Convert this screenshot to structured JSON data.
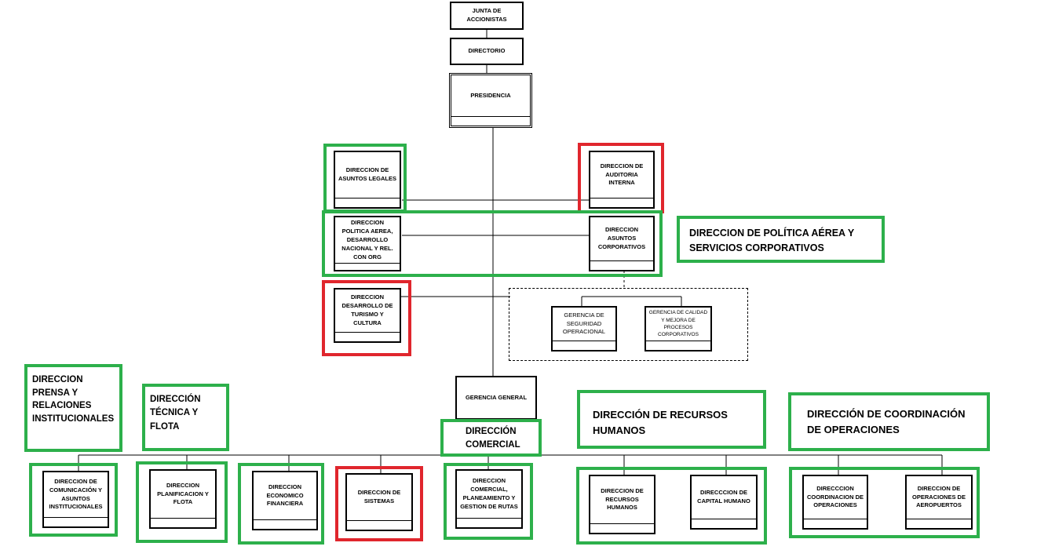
{
  "colors": {
    "green": "#2db04b",
    "red": "#e0262d",
    "line": "#000000"
  },
  "nodes": {
    "junta": "JUNTA DE ACCIONISTAS",
    "directorio": "DIRECTORIO",
    "presidencia": "PRESIDENCIA",
    "legales": "DIRECCION DE ASUNTOS LEGALES",
    "auditoria": "DIRECCION DE AUDITORIA INTERNA",
    "politica": "DIRECCION POLITICA AEREA, DESARROLLO NACIONAL Y REL. CON ORG",
    "corporativos": "DIRECCION ASUNTOS CORPORATIVOS",
    "turismo": "DIRECCION DESARROLLO DE TURISMO Y CULTURA",
    "seguridad": "GERENCIA DE SEGURIDAD OPERACIONAL",
    "calidad": "GERENCIA DE CALIDAD Y MEJORA DE PROCESOS CORPORATIVOS",
    "gerencia_general": "GERENCIA GENERAL",
    "comunicacion": "DIRECCION DE COMUNICACIÓN Y ASUNTOS INSTITUCIONALES",
    "planificacion": "DIRECCION PLANIFICACION Y FLOTA",
    "economico": "DIRECCION ECONOMICO FINANCIERA",
    "sistemas": "DIRECCION DE SISTEMAS",
    "comercial": "DIRECCION COMERCIAL, PLANEAMIENTO Y GESTION DE RUTAS",
    "rrhh": "DIRECCION DE RECURSOS HUMANOS",
    "capital": "DIRECCCION DE CAPITAL HUMANO",
    "coordinacion": "DIRECCCION COORDINACION DE OPERACIONES",
    "aeropuertos": "DIRECCION DE OPERACIONES DE AEROPUERTOS"
  },
  "callouts": {
    "politica_servicios": "DIRECCION DE POLÍTICA AÉREA Y\nSERVICIOS CORPORATIVOS",
    "prensa": "DIRECCION\nPRENSA Y\nRELACIONES\nINSTITUCIONALES",
    "tecnica": "DIRECCIÓN\nTÉCNICA Y FLOTA",
    "comercial": "DIRECCIÓN\nCOMERCIAL",
    "recursos": "DIRECCIÓN DE RECURSOS\nHUMANOS",
    "operaciones": "DIRECCIÓN DE COORDINACIÓN\nDE OPERACIONES"
  }
}
